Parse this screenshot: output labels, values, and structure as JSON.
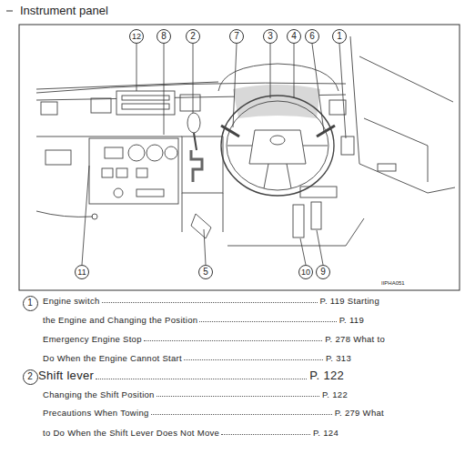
{
  "diagram": {
    "title": "Instrument panel",
    "nodes": [
      {
        "text": [
          "12"
        ]
      },
      {
        "text": [
          "8"
        ]
      },
      {
        "text": [
          "2"
        ]
      },
      {
        "text": [
          "7"
        ]
      },
      {
        "text": [
          "3"
        ]
      },
      {
        "text": [
          "4"
        ]
      },
      {
        "text": [
          "6"
        ]
      },
      {
        "text": [
          "1"
        ]
      },
      {
        "text": [
          "11"
        ]
      },
      {
        "text": [
          "5"
        ]
      },
      {
        "text": [
          "10"
        ]
      },
      {
        "text": [
          "9"
        ]
      },
      {
        "text": [
          "1"
        ]
      },
      {
        "text": [
          "2"
        ]
      }
    ],
    "labels": [
      "IIPHA051",
      "Engine switch",
      "P. 119 Starting",
      "the Engine and Changing the Position",
      "P. 119",
      "Emergency Engine Stop",
      "P. 278 What to",
      "Do When the Engine Cannot Start",
      "P. 313",
      "Shift lever",
      "P. 122",
      "Changing the Shift Position",
      "P. 122",
      "Precautions When Towing",
      "P. 279 What",
      "to Do When the Shift Lever Does Not Move",
      "P. 124"
    ]
  }
}
